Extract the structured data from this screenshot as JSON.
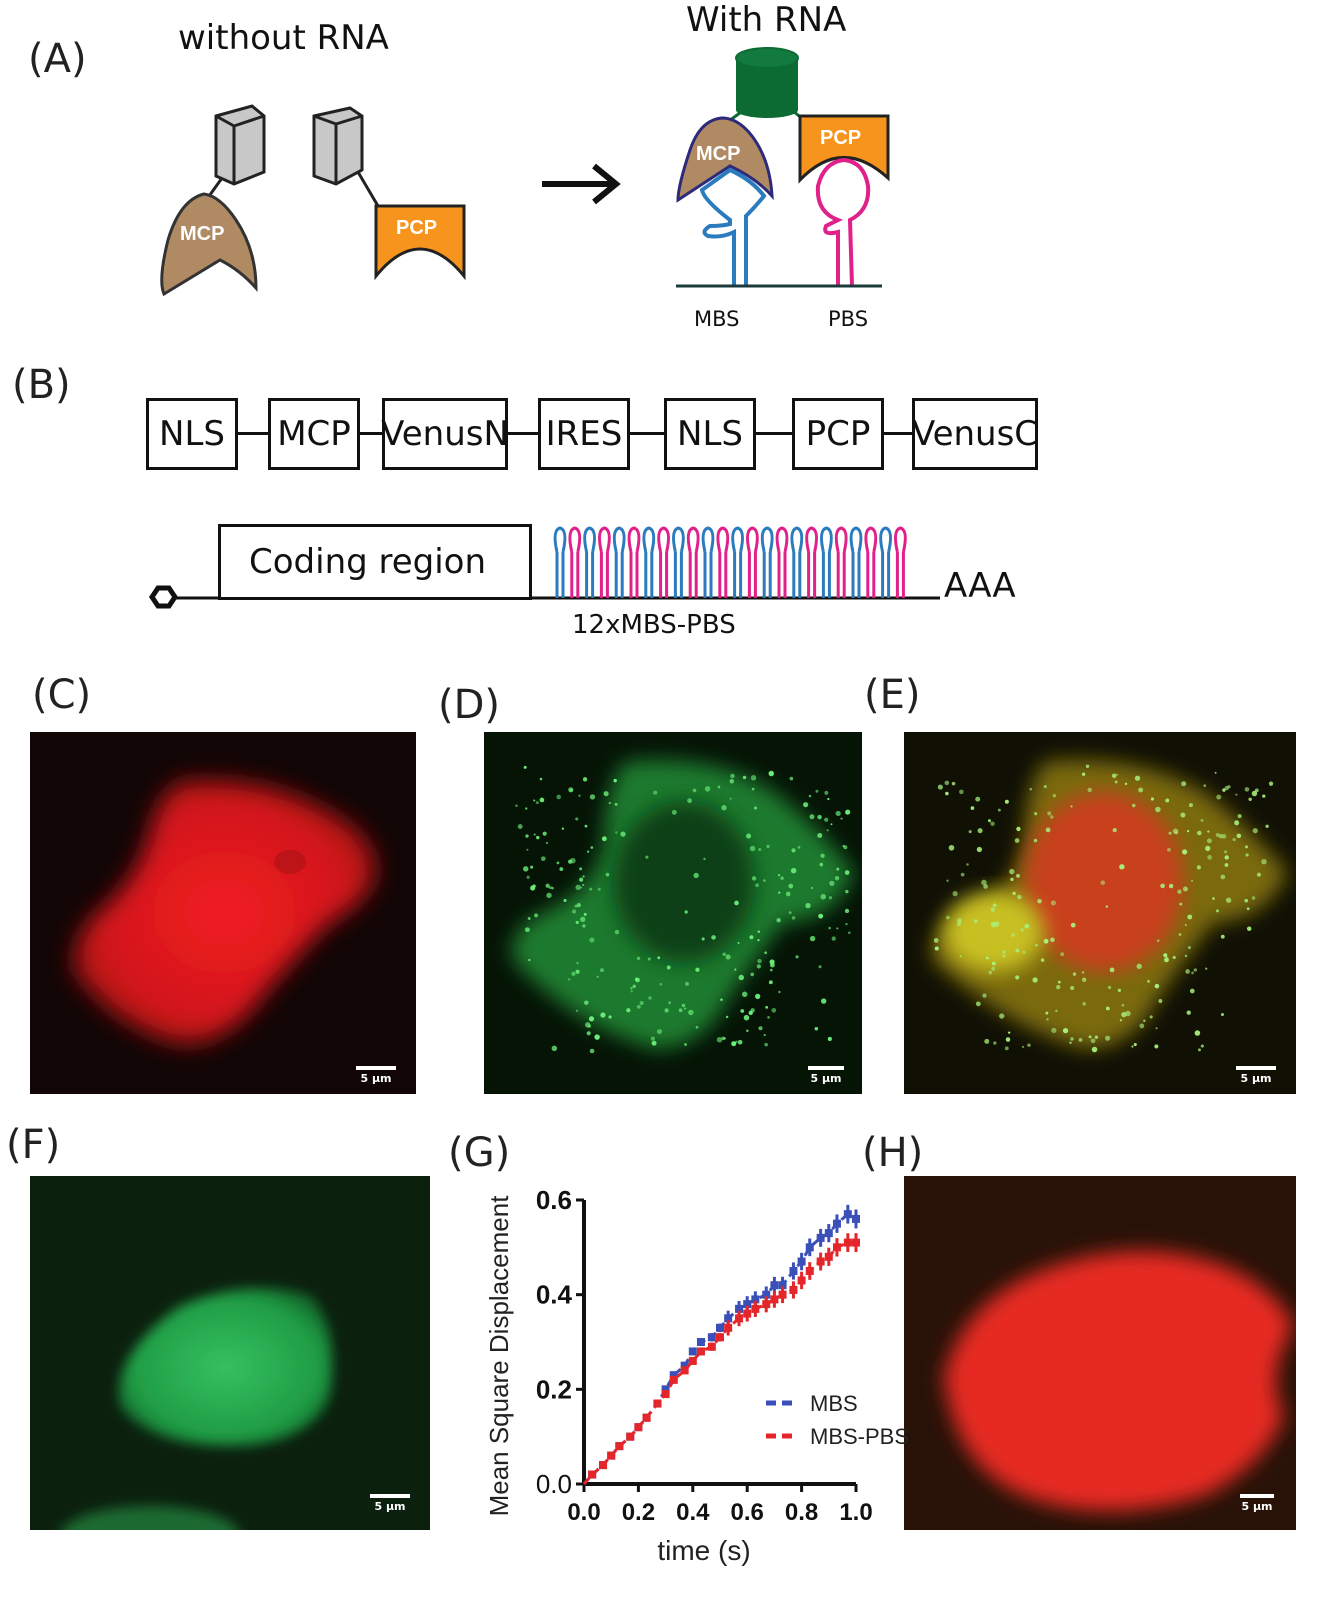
{
  "panels": {
    "a": "(A)",
    "b": "(B)",
    "c": "(C)",
    "d": "(D)",
    "e": "(E)",
    "f": "(F)",
    "g": "(G)",
    "h": "(H)"
  },
  "panel_a": {
    "without_rna": "without RNA",
    "with_rna": "With RNA",
    "mcp": "MCP",
    "pcp": "PCP",
    "mbs": "MBS",
    "pbs": "PBS"
  },
  "panel_b": {
    "construct": [
      "NLS",
      "MCP",
      "VenusN",
      "IRES",
      "NLS",
      "PCP",
      "VenusC"
    ],
    "coding_region": "Coding region",
    "poly_a": "AAA",
    "repeats": "12xMBS-PBS"
  },
  "scale_bar": "5 µm",
  "colors": {
    "mcp": "#b08a63",
    "pcp": "#f7941d",
    "mbs_stem": "#2b7bbf",
    "pbs_stem": "#e0218a",
    "venus_dark": "#0b6b33",
    "mbs_series": "#3b4fb8",
    "mbs_pbs_series": "#e4262a"
  },
  "chart_data": {
    "type": "line",
    "xlabel": "time (s)",
    "ylabel": "Mean Square Displacement",
    "xlim": [
      0,
      1.0
    ],
    "ylim": [
      0,
      0.6
    ],
    "xticks": [
      "0.0",
      "0.2",
      "0.4",
      "0.6",
      "0.8",
      "1.0"
    ],
    "yticks": [
      "0.0",
      "0.2",
      "0.4",
      "0.6"
    ],
    "legend": "center-right",
    "series": [
      {
        "name": "MBS",
        "x": [
          0.03,
          0.07,
          0.1,
          0.13,
          0.17,
          0.2,
          0.23,
          0.27,
          0.3,
          0.33,
          0.37,
          0.4,
          0.43,
          0.47,
          0.5,
          0.53,
          0.57,
          0.6,
          0.63,
          0.67,
          0.7,
          0.73,
          0.77,
          0.8,
          0.83,
          0.87,
          0.9,
          0.93,
          0.97,
          1.0
        ],
        "y": [
          0.02,
          0.04,
          0.06,
          0.08,
          0.1,
          0.12,
          0.14,
          0.17,
          0.2,
          0.23,
          0.25,
          0.28,
          0.3,
          0.31,
          0.33,
          0.35,
          0.37,
          0.38,
          0.39,
          0.4,
          0.42,
          0.42,
          0.45,
          0.47,
          0.5,
          0.52,
          0.53,
          0.55,
          0.57,
          0.56
        ]
      },
      {
        "name": "MBS-PBS",
        "x": [
          0.03,
          0.07,
          0.1,
          0.13,
          0.17,
          0.2,
          0.23,
          0.27,
          0.3,
          0.33,
          0.37,
          0.4,
          0.43,
          0.47,
          0.5,
          0.53,
          0.57,
          0.6,
          0.63,
          0.67,
          0.7,
          0.73,
          0.77,
          0.8,
          0.83,
          0.87,
          0.9,
          0.93,
          0.97,
          1.0
        ],
        "y": [
          0.02,
          0.04,
          0.06,
          0.08,
          0.1,
          0.12,
          0.14,
          0.17,
          0.19,
          0.22,
          0.24,
          0.26,
          0.28,
          0.29,
          0.31,
          0.33,
          0.35,
          0.36,
          0.37,
          0.38,
          0.39,
          0.4,
          0.41,
          0.43,
          0.45,
          0.47,
          0.48,
          0.5,
          0.51,
          0.51
        ]
      }
    ]
  }
}
